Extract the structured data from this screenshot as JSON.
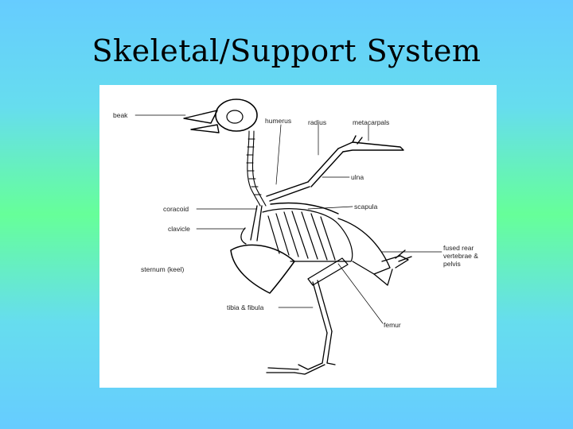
{
  "slide": {
    "title": "Skeletal/Support System"
  },
  "diagram": {
    "labels": {
      "beak": "beak",
      "humerus": "humerus",
      "radius": "radius",
      "metacarpals": "metacarpals",
      "ulna": "ulna",
      "scapula": "scapula",
      "coracoid": "coracoid",
      "clavicle": "clavicle",
      "sternum": "sternum (keel)",
      "tibia_fibula": "tibia & fibula",
      "femur": "femur",
      "fused": "fused rear vertebrae & pelvis"
    }
  },
  "colors": {
    "bg_top": "#66ccff",
    "bg_mid": "#66ff99",
    "line": "#000000"
  }
}
